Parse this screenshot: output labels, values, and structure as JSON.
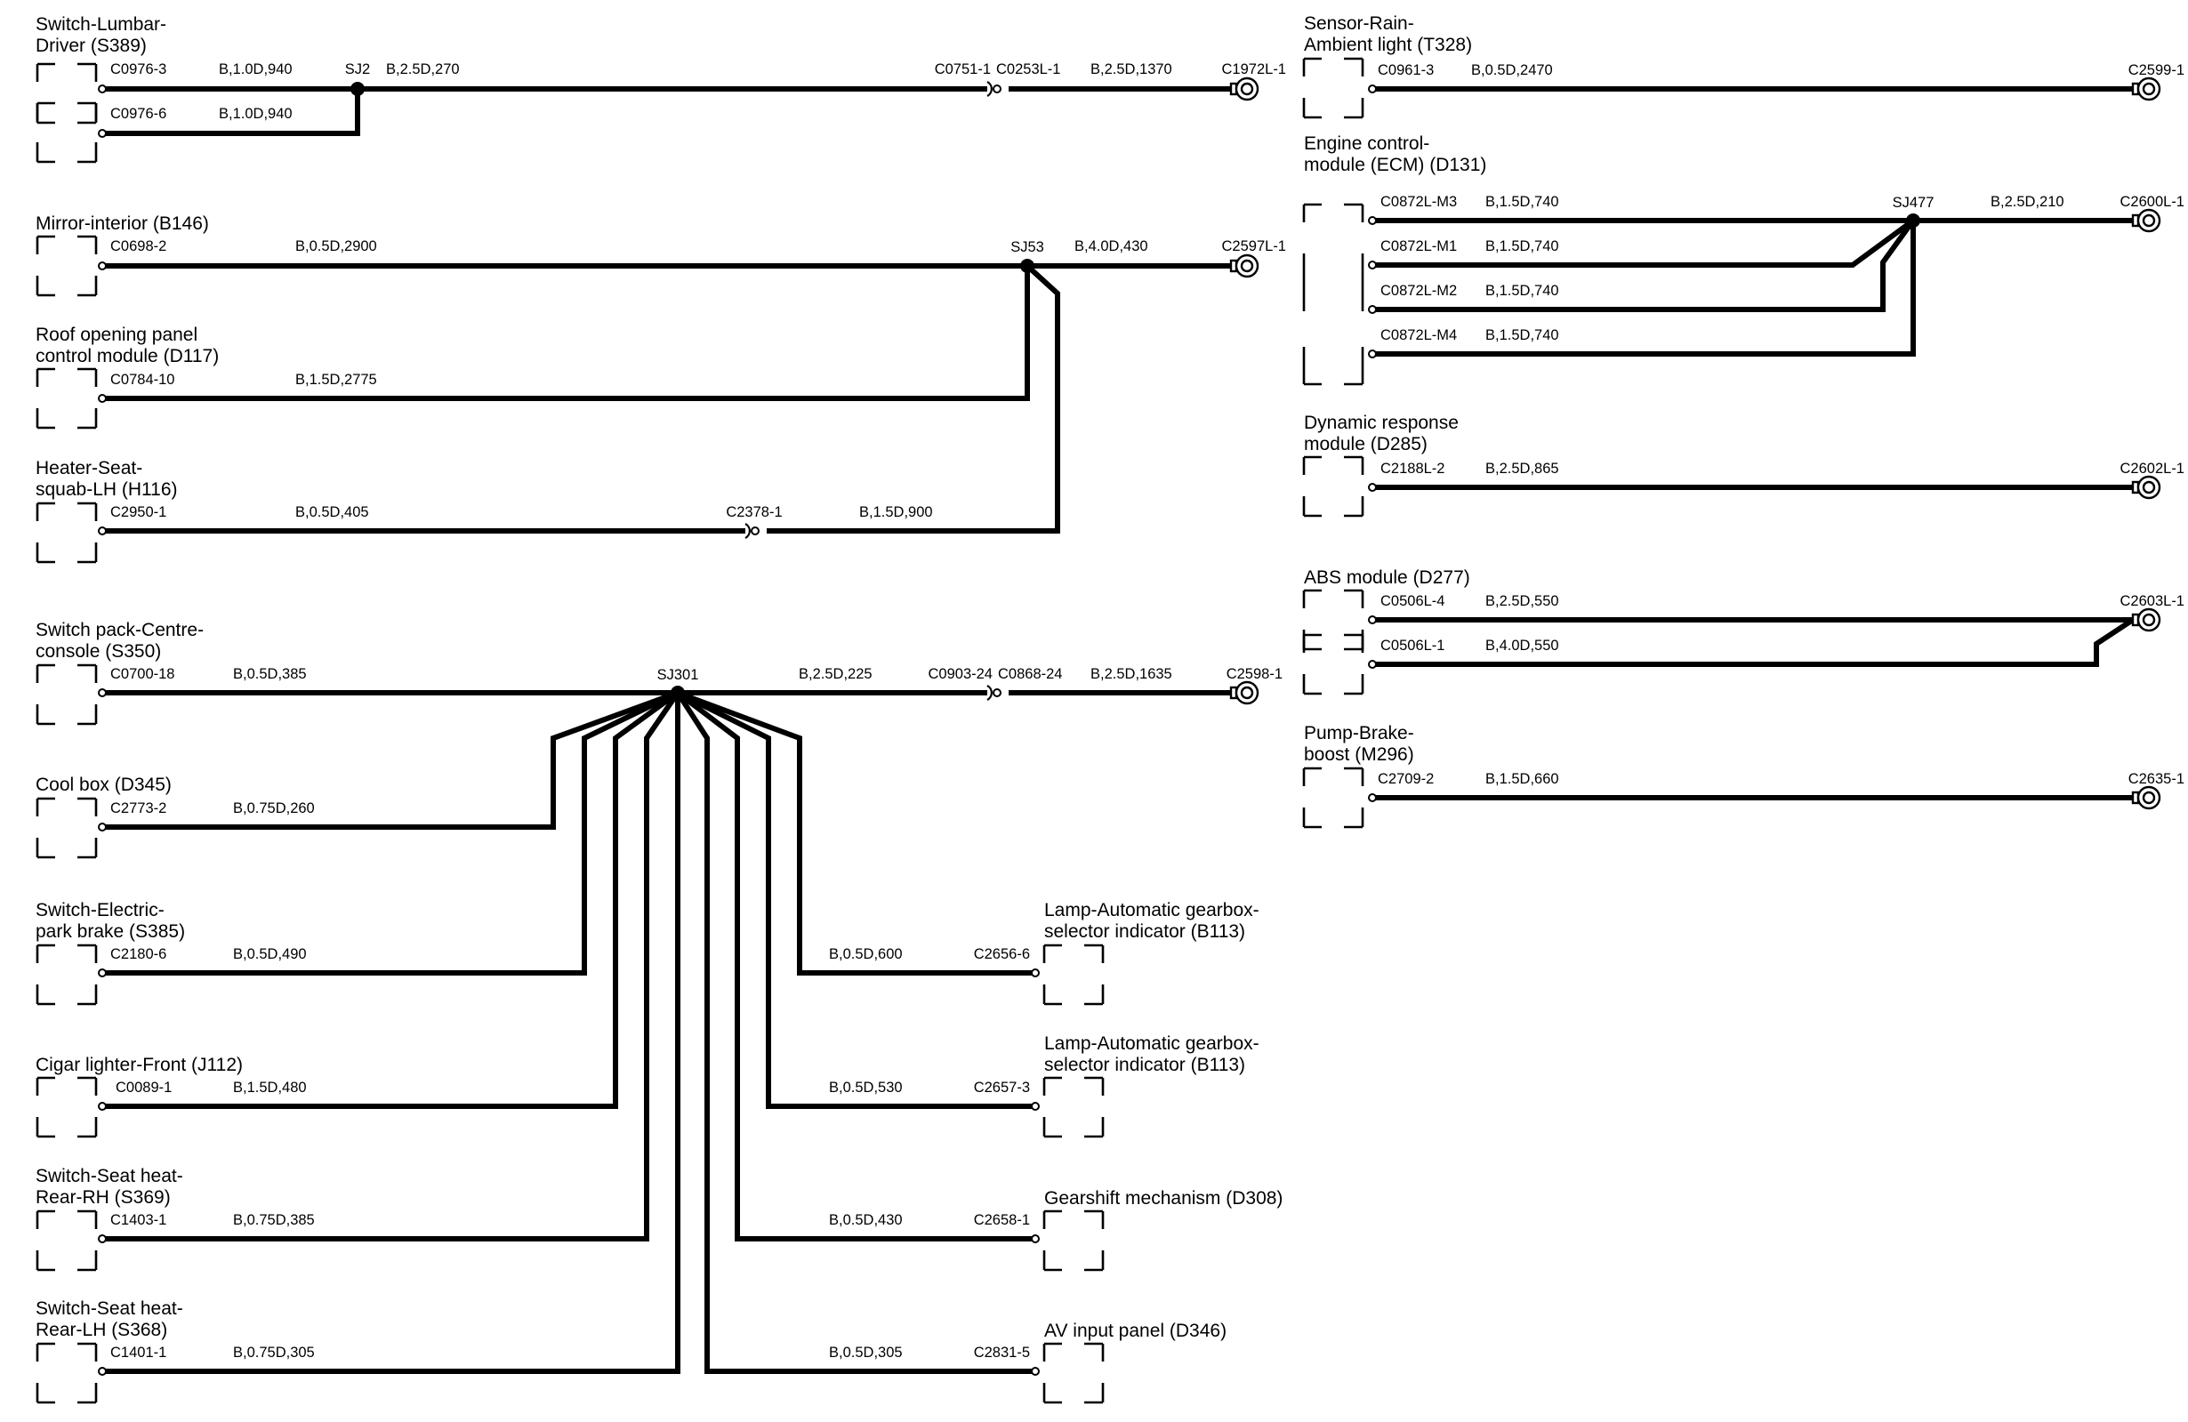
{
  "diagram": {
    "components": {
      "switch_lumbar_driver": [
        "Switch-Lumbar-",
        "Driver (S389)"
      ],
      "mirror_interior": [
        "Mirror-interior (B146)"
      ],
      "roof_opening_panel": [
        "Roof opening panel",
        "control module (D117)"
      ],
      "heater_seat_squab": [
        "Heater-Seat-",
        "squab-LH (H116)"
      ],
      "switch_pack_centre": [
        "Switch pack-Centre-",
        "console (S350)"
      ],
      "cool_box": [
        "Cool box (D345)"
      ],
      "switch_electric_park_brake": [
        "Switch-Electric-",
        "park brake (S385)"
      ],
      "cigar_lighter": [
        "Cigar lighter-Front (J112)"
      ],
      "switch_seat_heat_rear_rh": [
        "Switch-Seat heat-",
        "Rear-RH (S369)"
      ],
      "switch_seat_heat_rear_lh": [
        "Switch-Seat heat-",
        "Rear-LH (S368)"
      ],
      "lamp_gearbox_1": [
        "Lamp-Automatic gearbox-",
        "selector indicator (B113)"
      ],
      "lamp_gearbox_2": [
        "Lamp-Automatic gearbox-",
        "selector indicator (B113)"
      ],
      "gearshift_mechanism": [
        "Gearshift mechanism (D308)"
      ],
      "av_input_panel": [
        "AV input panel (D346)"
      ],
      "sensor_rain": [
        "Sensor-Rain-",
        "Ambient light (T328)"
      ],
      "engine_control_module": [
        "Engine control-",
        "module (ECM) (D131)"
      ],
      "dynamic_response": [
        "Dynamic response",
        "module (D285)"
      ],
      "abs_module": [
        "ABS module (D277)"
      ],
      "pump_brake_boost": [
        "Pump-Brake-",
        "boost (M296)"
      ]
    },
    "splices": {
      "sj2": "SJ2",
      "sj53": "SJ53",
      "sj301": "SJ301",
      "sj477": "SJ477"
    },
    "connectors": {
      "c0976_3": "C0976-3",
      "c0976_6": "C0976-6",
      "c0751_1": "C0751-1",
      "c0253l_1": "C0253L-1",
      "c1972l_1": "C1972L-1",
      "c0698_2": "C0698-2",
      "c2597l_1": "C2597L-1",
      "c0784_10": "C0784-10",
      "c2950_1": "C2950-1",
      "c2378_1": "C2378-1",
      "c0700_18": "C0700-18",
      "c0903_24": "C0903-24",
      "c0868_24": "C0868-24",
      "c2598_1": "C2598-1",
      "c2773_2": "C2773-2",
      "c2180_6": "C2180-6",
      "c0089_1": "C0089-1",
      "c1403_1": "C1403-1",
      "c1401_1": "C1401-1",
      "c2656_6": "C2656-6",
      "c2657_3": "C2657-3",
      "c2658_1": "C2658-1",
      "c2831_5": "C2831-5",
      "c0961_3": "C0961-3",
      "c2599_1": "C2599-1",
      "c0872l_m3": "C0872L-M3",
      "c0872l_m1": "C0872L-M1",
      "c0872l_m2": "C0872L-M2",
      "c0872l_m4": "C0872L-M4",
      "c2600l_1": "C2600L-1",
      "c2188l_2": "C2188L-2",
      "c2602l_1": "C2602L-1",
      "c0506l_4": "C0506L-4",
      "c0506l_1": "C0506L-1",
      "c2603l_1": "C2603L-1",
      "c2709_2": "C2709-2",
      "c2635_1": "C2635-1"
    },
    "wires": {
      "lumbar_3": "B,1.0D,940",
      "lumbar_6": "B,1.0D,940",
      "sj2_out": "B,2.5D,270",
      "c0253_out": "B,2.5D,1370",
      "mirror": "B,0.5D,2900",
      "sj53_out": "B,4.0D,430",
      "roof": "B,1.5D,2775",
      "heater_a": "B,0.5D,405",
      "heater_b": "B,1.5D,900",
      "switch_pack": "B,0.5D,385",
      "sj301_out": "B,2.5D,225",
      "c0868_out": "B,2.5D,1635",
      "cool_box": "B,0.75D,260",
      "park_brake": "B,0.5D,490",
      "cigar": "B,1.5D,480",
      "seat_rh": "B,0.75D,385",
      "seat_lh": "B,0.75D,305",
      "lamp_1": "B,0.5D,600",
      "lamp_2": "B,0.5D,530",
      "gearshift": "B,0.5D,430",
      "av_input": "B,0.5D,305",
      "rain": "B,0.5D,2470",
      "ecm_m3": "B,1.5D,740",
      "ecm_m1": "B,1.5D,740",
      "ecm_m2": "B,1.5D,740",
      "ecm_m4": "B,1.5D,740",
      "sj477_out": "B,2.5D,210",
      "dynamic": "B,2.5D,865",
      "abs_4": "B,2.5D,550",
      "abs_1": "B,4.0D,550",
      "pump": "B,1.5D,660"
    }
  }
}
